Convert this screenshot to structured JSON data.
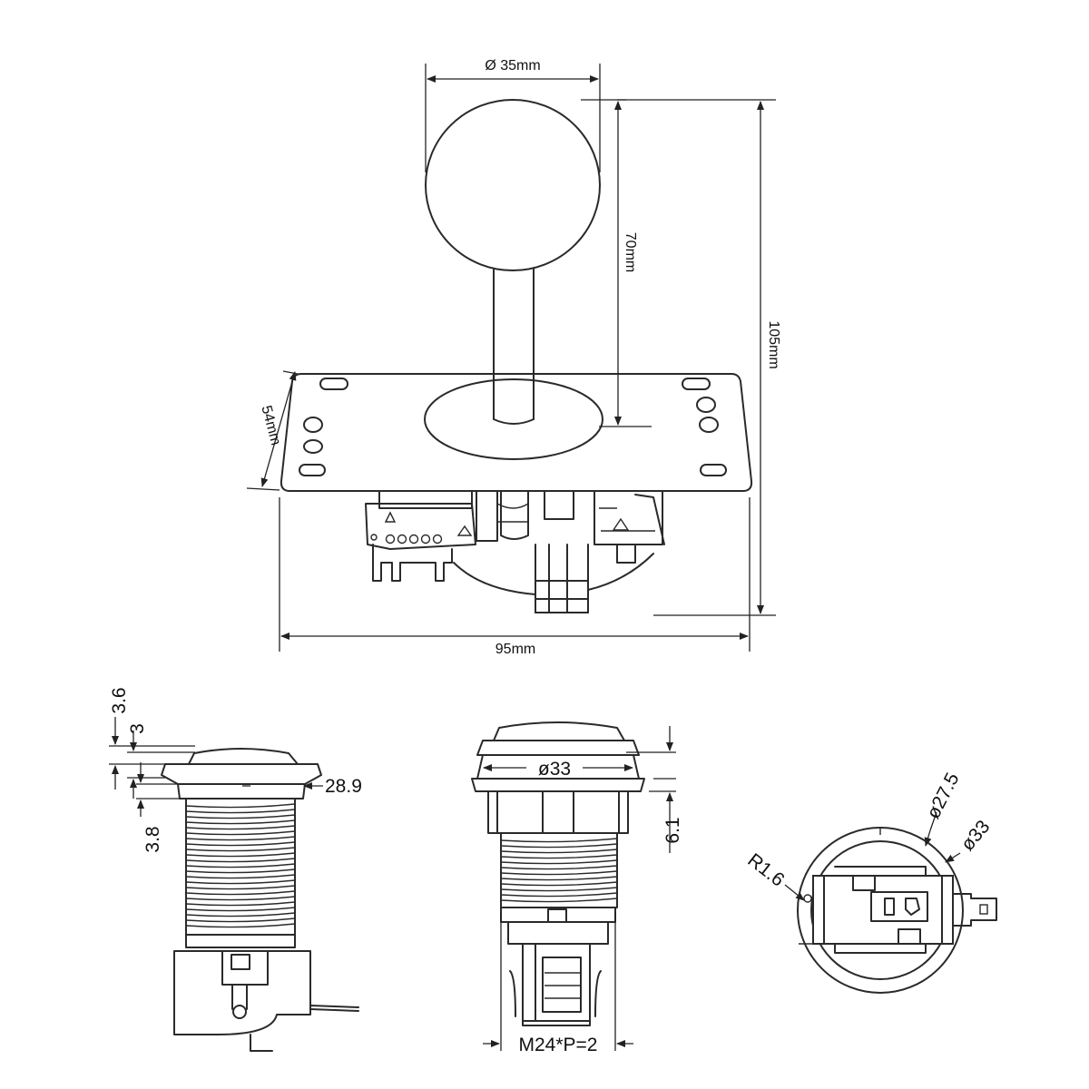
{
  "joystick": {
    "dim_ball": "Ø 35mm",
    "dim_height_shaft": "70mm",
    "dim_height_total": "105mm",
    "dim_plate_depth": "54mm",
    "dim_width": "95mm"
  },
  "button_side": {
    "dim_top": "3.6",
    "dim_cap": "3",
    "dim_flange": "28.9",
    "dim_ring": "3.8"
  },
  "button_front": {
    "dim_diameter": "ø33",
    "dim_nut": "6.1",
    "dim_thread": "M24*P=2"
  },
  "button_top": {
    "dim_inner": "ø27.5",
    "dim_outer": "ø33",
    "dim_radius": "R1.6"
  },
  "colors": {
    "line": "#2a2a2a",
    "background": "#ffffff"
  }
}
